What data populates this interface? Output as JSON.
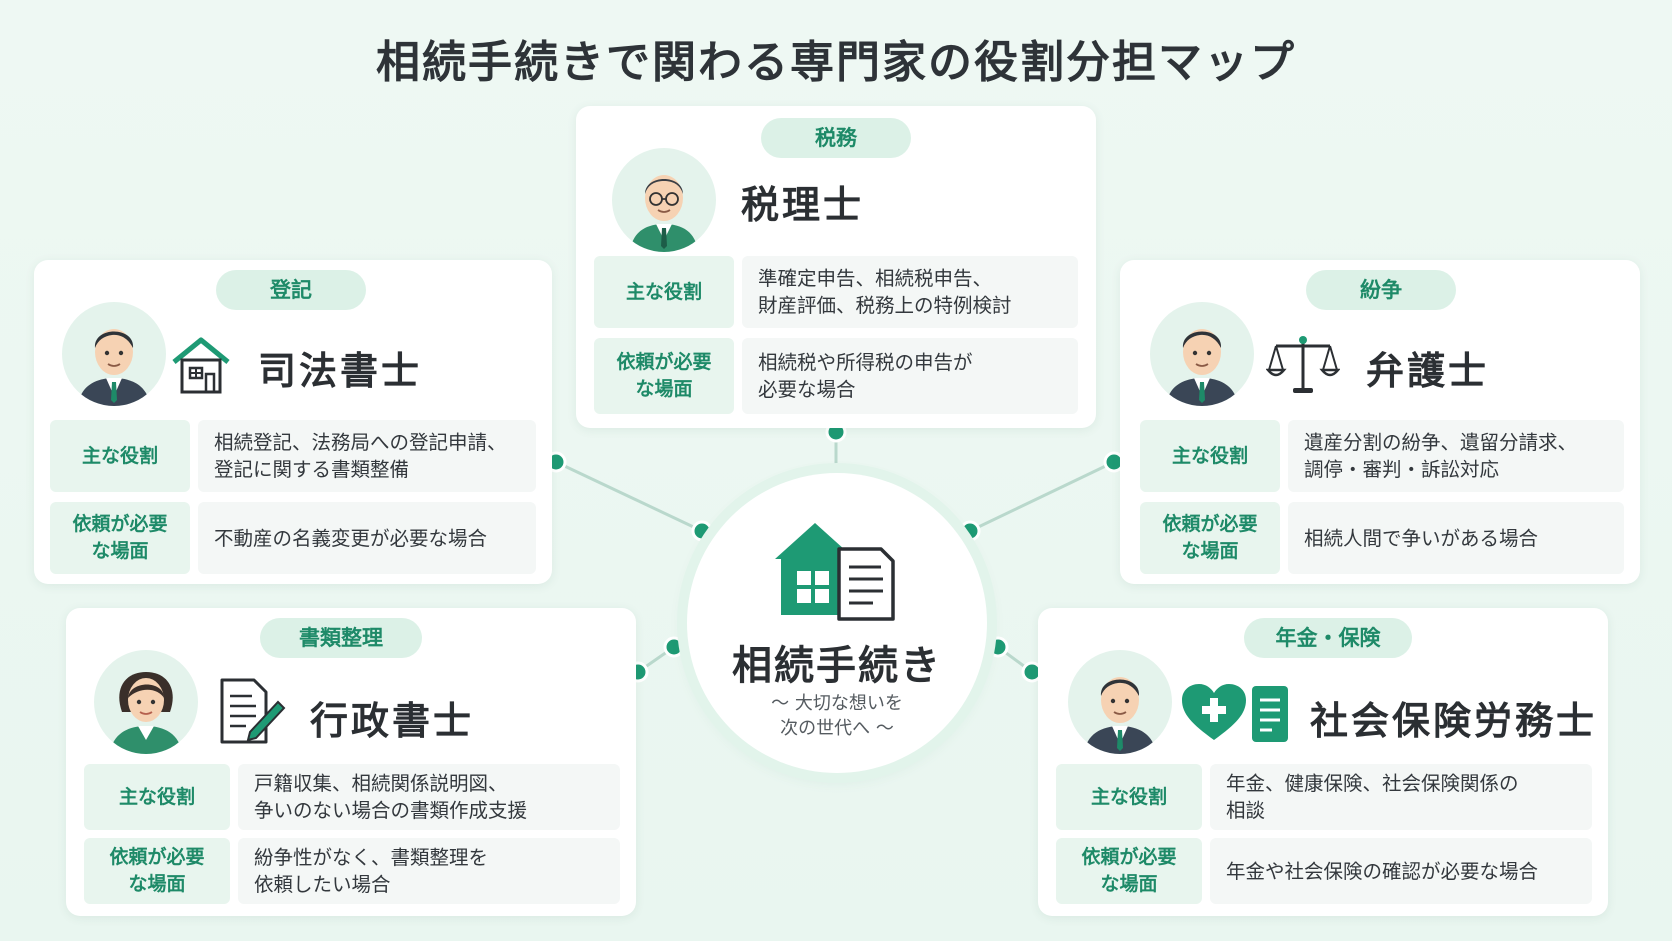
{
  "title": "相続手続きで関わる専門家の役割分担マップ",
  "colors": {
    "accent": "#1e8a68",
    "accent_light": "#dcf1e7",
    "line": "#b9d8cc"
  },
  "center": {
    "title": "相続手続き",
    "subtitle": "〜 大切な想いを\n次の世代へ 〜"
  },
  "cards": {
    "zeirishi": {
      "tag": "税務",
      "name": "税理士",
      "role_label": "主な役割",
      "role_text": "準確定申告、相続税申告、\n財産評価、税務上の特例検討",
      "need_label": "依頼が必要\nな場面",
      "need_text": "相続税や所得税の申告が\n必要な場合"
    },
    "shihou": {
      "tag": "登記",
      "name": "司法書士",
      "role_label": "主な役割",
      "role_text": "相続登記、法務局への登記申請、\n登記に関する書類整備",
      "need_label": "依頼が必要\nな場面",
      "need_text": "不動産の名義変更が必要な場合"
    },
    "bengoshi": {
      "tag": "紛争",
      "name": "弁護士",
      "role_label": "主な役割",
      "role_text": "遺産分割の紛争、遺留分請求、\n調停・審判・訴訟対応",
      "need_label": "依頼が必要\nな場面",
      "need_text": "相続人間で争いがある場合"
    },
    "gyousei": {
      "tag": "書類整理",
      "name": "行政書士",
      "role_label": "主な役割",
      "role_text": "戸籍収集、相続関係説明図、\n争いのない場合の書類作成支援",
      "need_label": "依頼が必要\nな場面",
      "need_text": "紛争性がなく、書類整理を\n依頼したい場合"
    },
    "sharoushi": {
      "tag": "年金・保険",
      "name": "社会保険労務士",
      "role_label": "主な役割",
      "role_text": "年金、健康保険、社会保険関係の\n相談",
      "need_label": "依頼が必要\nな場面",
      "need_text": "年金や社会保険の確認が必要な場合"
    }
  },
  "icons": [
    "house-icon",
    "scales-icon",
    "document-pen-icon",
    "heart-cross-icon",
    "house-document-icon"
  ]
}
